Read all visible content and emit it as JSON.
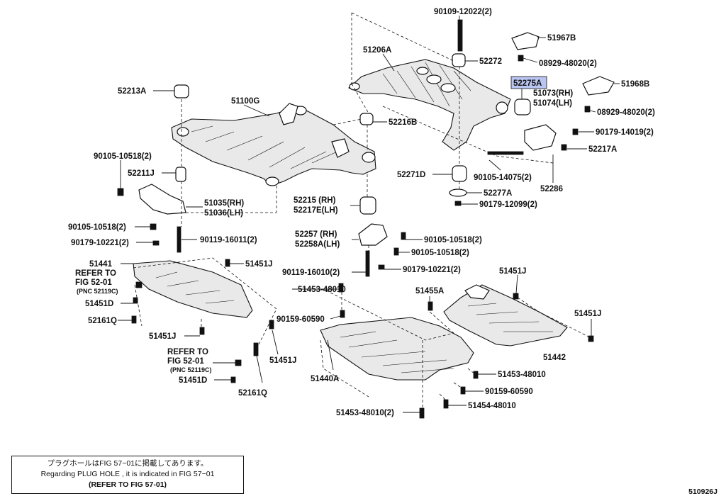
{
  "diagram_id": "510926J",
  "highlight_color": "#b9c4f0",
  "note": {
    "japanese": "プラグホールはFIG 57−01に掲載してあります。",
    "english": "Regarding PLUG HOLE , it is indicated in FIG 57−01",
    "refer": "(REFER TO FIG 57-01)"
  },
  "callouts": [
    {
      "id": "c1",
      "text": "90109-12022(2)"
    },
    {
      "id": "c2",
      "text": "51967B"
    },
    {
      "id": "c3",
      "text": "51206A"
    },
    {
      "id": "c4",
      "text": "52272"
    },
    {
      "id": "c5",
      "text": "08929-48020(2)"
    },
    {
      "id": "c6",
      "text": "52275A",
      "highlighted": true
    },
    {
      "id": "c7",
      "text": "51968B"
    },
    {
      "id": "c8",
      "text": "51073(RH)"
    },
    {
      "id": "c9",
      "text": "51074(LH)"
    },
    {
      "id": "c10",
      "text": "08929-48020(2)"
    },
    {
      "id": "c11",
      "text": "52213A"
    },
    {
      "id": "c12",
      "text": "51100G"
    },
    {
      "id": "c13",
      "text": "52216B"
    },
    {
      "id": "c14",
      "text": "90179-14019(2)"
    },
    {
      "id": "c15",
      "text": "52217A"
    },
    {
      "id": "c16",
      "text": "90105-10518(2)"
    },
    {
      "id": "c17",
      "text": "52211J"
    },
    {
      "id": "c18",
      "text": "52271D"
    },
    {
      "id": "c19",
      "text": "90105-14075(2)"
    },
    {
      "id": "c20",
      "text": "52286"
    },
    {
      "id": "c21",
      "text": "52277A"
    },
    {
      "id": "c22",
      "text": "52215 (RH)"
    },
    {
      "id": "c23",
      "text": "52217E(LH)"
    },
    {
      "id": "c24",
      "text": "90179-12099(2)"
    },
    {
      "id": "c25",
      "text": "51035(RH)"
    },
    {
      "id": "c26",
      "text": "51036(LH)"
    },
    {
      "id": "c27",
      "text": "90105-10518(2)"
    },
    {
      "id": "c28",
      "text": "90179-10221(2)"
    },
    {
      "id": "c29",
      "text": "90119-16011(2)"
    },
    {
      "id": "c30",
      "text": "52257 (RH)"
    },
    {
      "id": "c31",
      "text": "52258A(LH)"
    },
    {
      "id": "c32",
      "text": "90105-10518(2)"
    },
    {
      "id": "c33",
      "text": "90105-10518(2)"
    },
    {
      "id": "c34",
      "text": "51441"
    },
    {
      "id": "c35",
      "text": "REFER TO"
    },
    {
      "id": "c36",
      "text": "FIG 52-01"
    },
    {
      "id": "c37",
      "text": "(PNC 52119C)"
    },
    {
      "id": "c38",
      "text": "51451J"
    },
    {
      "id": "c39",
      "text": "90119-16010(2)"
    },
    {
      "id": "c40",
      "text": "90179-10221(2)"
    },
    {
      "id": "c41",
      "text": "51451J"
    },
    {
      "id": "c42",
      "text": "51453-48010"
    },
    {
      "id": "c43",
      "text": "51455A"
    },
    {
      "id": "c44",
      "text": "51451D"
    },
    {
      "id": "c45",
      "text": "52161Q"
    },
    {
      "id": "c46",
      "text": "90159-60590"
    },
    {
      "id": "c47",
      "text": "51451J"
    },
    {
      "id": "c48",
      "text": "51451J"
    },
    {
      "id": "c49",
      "text": "51442"
    },
    {
      "id": "c50",
      "text": "REFER TO"
    },
    {
      "id": "c51",
      "text": "FIG 52-01"
    },
    {
      "id": "c52",
      "text": "(PNC 52119C)"
    },
    {
      "id": "c53",
      "text": "51451J"
    },
    {
      "id": "c54",
      "text": "51453-48010"
    },
    {
      "id": "c55",
      "text": "51451D"
    },
    {
      "id": "c56",
      "text": "52161Q"
    },
    {
      "id": "c57",
      "text": "51440A"
    },
    {
      "id": "c58",
      "text": "90159-60590"
    },
    {
      "id": "c59",
      "text": "51454-48010"
    },
    {
      "id": "c60",
      "text": "51453-48010(2)"
    }
  ]
}
